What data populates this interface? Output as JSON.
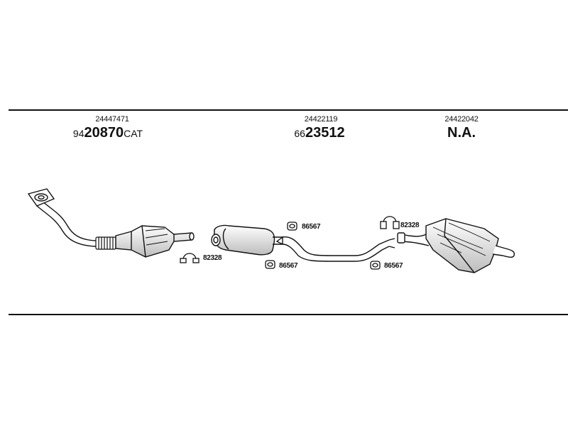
{
  "groups": [
    {
      "oe_number": "24447471",
      "part_prefix": "94",
      "part_main": "20870",
      "part_suffix": "CAT"
    },
    {
      "oe_number": "24422119",
      "part_prefix": "66",
      "part_main": "23512",
      "part_suffix": ""
    },
    {
      "oe_number": "24422042",
      "part_text": "N.A."
    }
  ],
  "components": {
    "clamp_a": "82328",
    "gasket_a": "86567",
    "gasket_b": "86567",
    "gasket_c": "86567",
    "clamp_b": "82328"
  },
  "colors": {
    "line": "#111111",
    "part_fill": "#ffffff",
    "part_shade": "#9a9a9a"
  }
}
